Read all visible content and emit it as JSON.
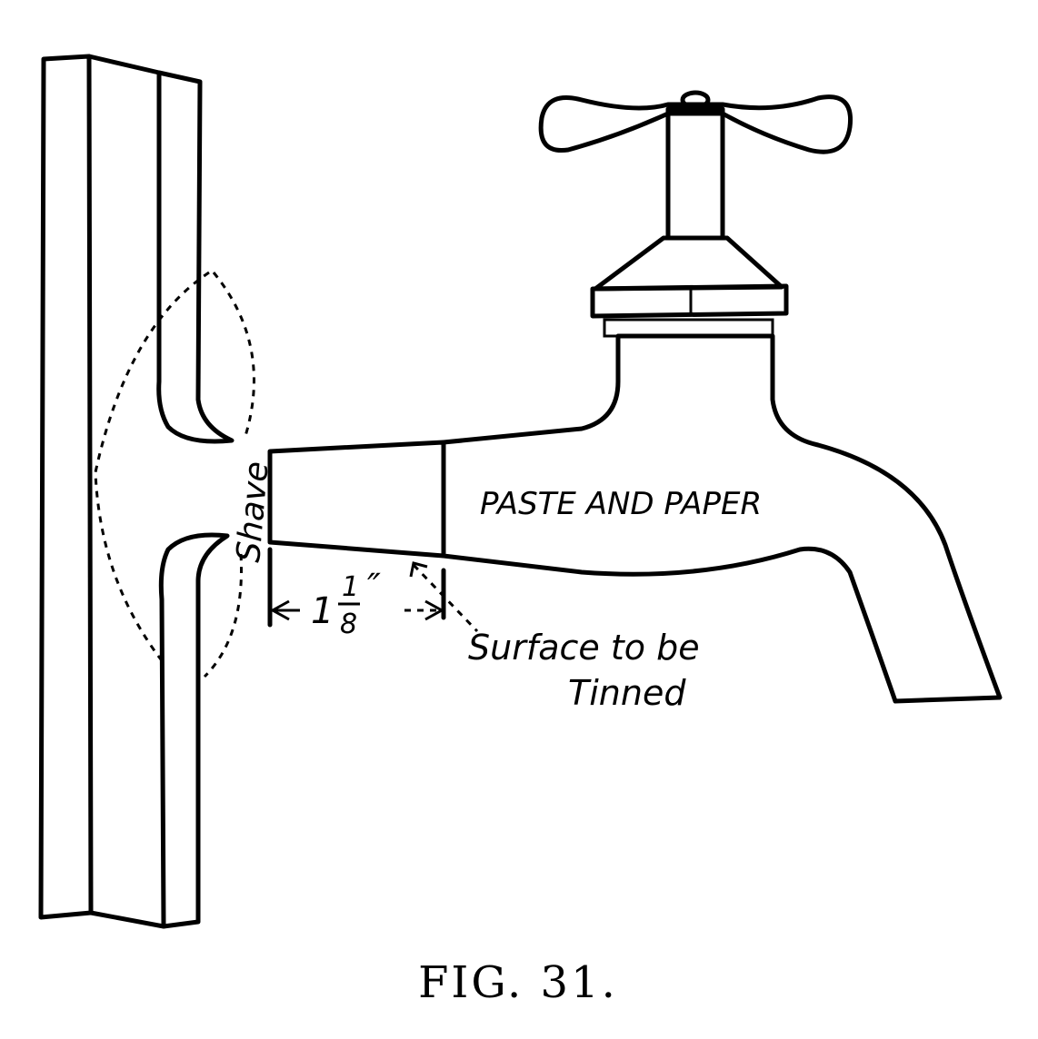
{
  "labels": {
    "shave": "Shave",
    "paste": "PASTE AND PAPER",
    "dimension_whole": "1",
    "dimension_num": "1",
    "dimension_den": "8",
    "dimension_unit": "″",
    "surface_line1": "Surface to be",
    "surface_line2": "Tinned"
  },
  "caption": "FIG. 31."
}
